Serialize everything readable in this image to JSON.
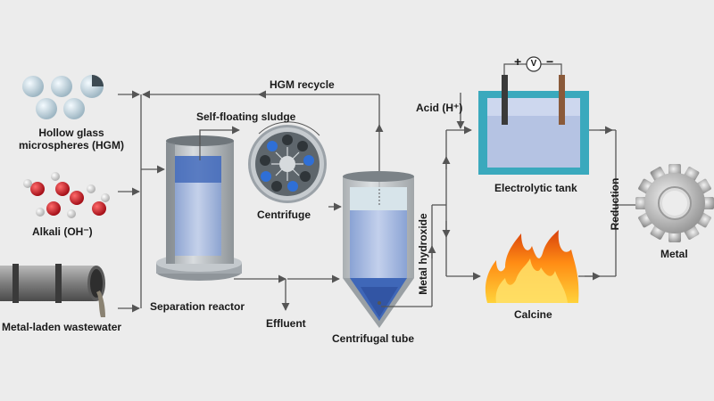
{
  "labels": {
    "hgm_line1": "Hollow glass",
    "hgm_line2": "microspheres (HGM)",
    "alkali": "Alkali (OH⁻)",
    "wastewater": "Metal-laden wastewater",
    "hgm_recycle": "HGM recycle",
    "self_floating": "Self-floating sludge",
    "centrifuge": "Centrifuge",
    "separation_reactor": "Separation reactor",
    "effluent": "Effluent",
    "centrifugal_tube": "Centrifugal tube",
    "metal_hydroxide": "Metal hydroxide",
    "acid": "Acid (H⁺)",
    "electrolytic_tank": "Electrolytic tank",
    "calcine": "Calcine",
    "reduction": "Reduction",
    "metal": "Metal",
    "plus": "+",
    "minus": "−",
    "voltmeter": "V"
  },
  "colors": {
    "background": "#ececec",
    "line": "#555555",
    "water": "#9fb3d9",
    "tank_teal": "#3aa9bd",
    "microsphere": "#c9dbe4",
    "oxygen_red": "#c8202a",
    "centrifuge_slot_blue": "#2f6fd6",
    "metal_gear": "#b8b8b8"
  }
}
